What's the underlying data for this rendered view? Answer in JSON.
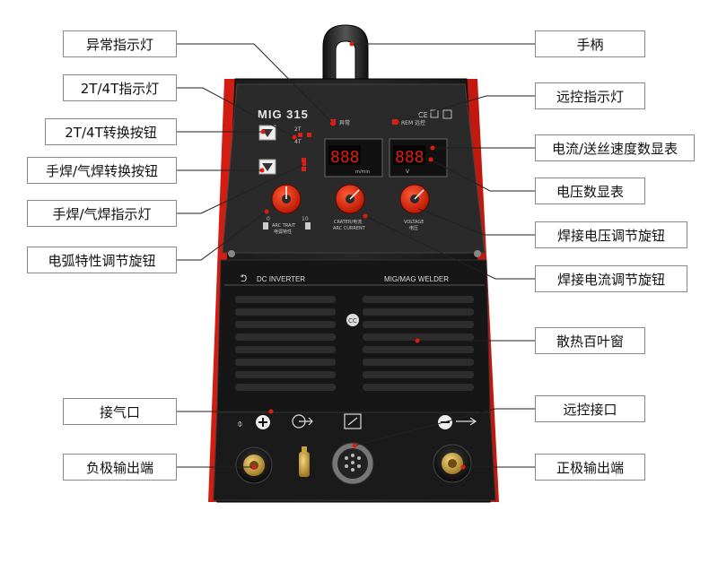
{
  "machine": {
    "model": "MIG 315",
    "brand_left": "DC INVERTER",
    "brand_right": "MIG/MAG WELDER",
    "panel": {
      "abnormal": "异常",
      "remote": "REM 远控",
      "ce": "CE",
      "mode_2t": "2T",
      "mode_4t": "4T",
      "speed_unit": "m/min",
      "volt_unit": "V",
      "display_left": "888",
      "display_right": "888",
      "knob1_label": "ARC TRAIT",
      "knob1_sub": "电弧特性",
      "knob2_label": "CRATER/电流",
      "knob2_sub": "ARC CURRENT",
      "knob3_label": "VOLTAGE",
      "knob3_sub": "电压",
      "scale_min": "0",
      "scale_max": "10"
    }
  },
  "labels": {
    "left": [
      "异常指示灯",
      "2T/4T指示灯",
      "2T/4T转换按钮",
      "手焊/气焊转换按钮",
      "手焊/气焊指示灯",
      "电弧特性调节旋钮",
      "接气口",
      "负极输出端"
    ],
    "right": [
      "手柄",
      "远控指示灯",
      "电流/送丝速度数显表",
      "电压数显表",
      "焊接电压调节旋钮",
      "焊接电流调节旋钮",
      "散热百叶窗",
      "远控接口",
      "正极输出端"
    ]
  }
}
